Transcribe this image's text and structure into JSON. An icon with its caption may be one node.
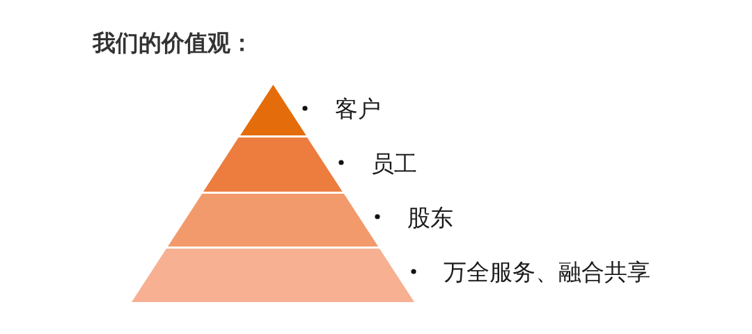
{
  "diagram": {
    "title": "我们的价值观：",
    "nodes": [
      {
        "text": [],
        "shape": "triangle",
        "beside": [
          "客户"
        ]
      },
      {
        "text": [],
        "shape": "trapezoid",
        "beside": [
          "员工"
        ]
      },
      {
        "text": [],
        "shape": "trapezoid",
        "beside": [
          "股东"
        ]
      },
      {
        "text": [],
        "shape": "trapezoid",
        "beside": [
          "万全服务、融合共享"
        ]
      }
    ]
  }
}
